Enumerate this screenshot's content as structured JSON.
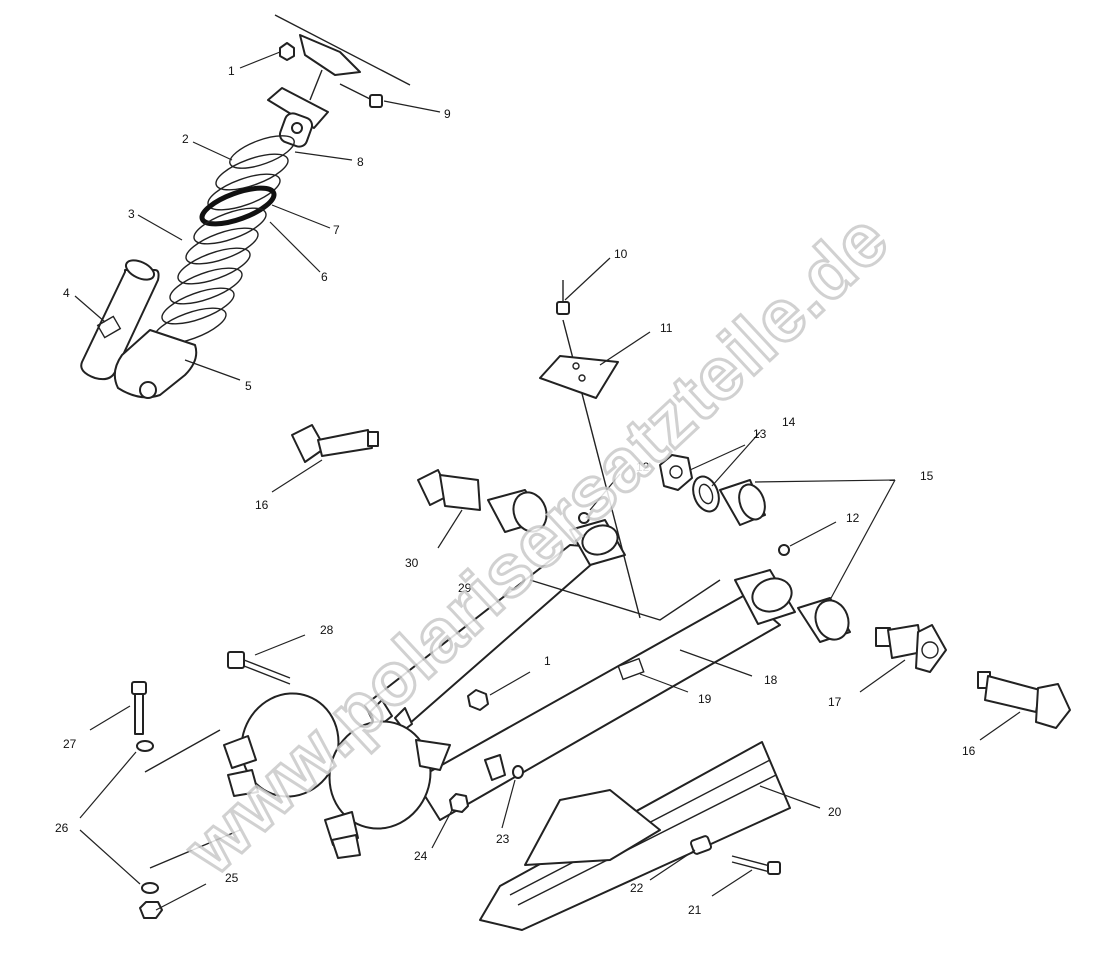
{
  "watermark": "www.polarisersatzteile.de",
  "labels": {
    "c1a": "1",
    "c9": "9",
    "c2": "2",
    "c8": "8",
    "c3": "3",
    "c7": "7",
    "c6": "6",
    "c4": "4",
    "c5": "5",
    "c10": "10",
    "c11": "11",
    "c13": "13",
    "c14": "14",
    "c15": "15",
    "c12a": "12",
    "c12b": "12",
    "c16a": "16",
    "c30": "30",
    "c29": "29",
    "c28": "28",
    "c1b": "1",
    "c18": "18",
    "c19": "19",
    "c17": "17",
    "c16b": "16",
    "c27": "27",
    "c26": "26",
    "c20": "20",
    "c24": "24",
    "c23": "23",
    "c22": "22",
    "c21": "21",
    "c25": "25"
  }
}
